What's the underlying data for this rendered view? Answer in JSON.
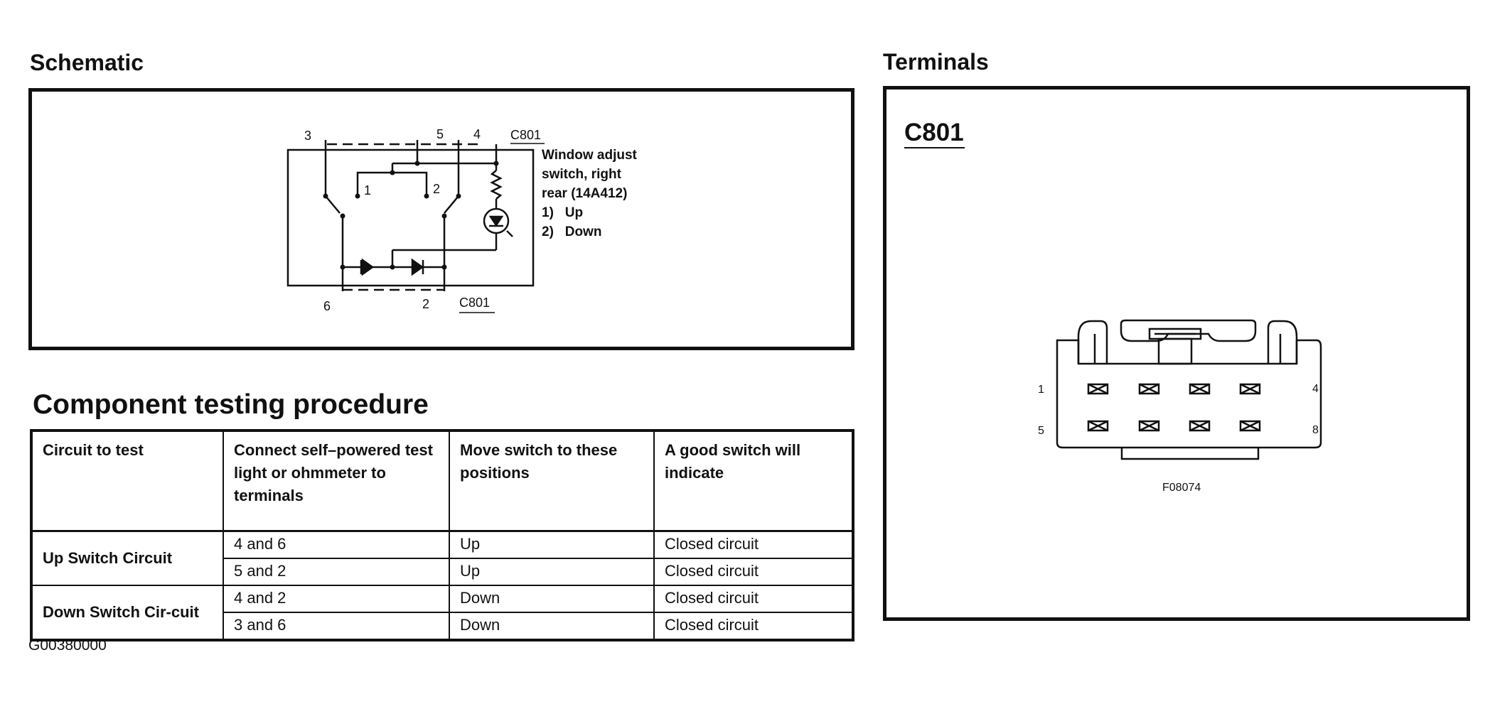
{
  "schematic": {
    "title": "Schematic",
    "pin_labels": {
      "top_left": "3",
      "top_mid": "5",
      "top_right": "4",
      "inner_left": "1",
      "inner_right": "2",
      "bottom_left": "6",
      "bottom_right": "2"
    },
    "connector_top": "C801",
    "connector_bottom": "C801",
    "description_lines": [
      "Window adjust",
      "switch, right",
      "rear (14A412)",
      "1)   Up",
      "2)   Down"
    ]
  },
  "terminals": {
    "title": "Terminals",
    "connector_name": "C801",
    "pins": {
      "top_left": "1",
      "top_right": "4",
      "bottom_left": "5",
      "bottom_right": "8"
    },
    "figure_code": "F08074"
  },
  "procedure": {
    "title": "Component testing procedure",
    "headers": [
      "Circuit to test",
      "Connect self–powered test light or ohmmeter to terminals",
      "Move switch to these positions",
      "A good switch will indicate"
    ],
    "groups": [
      {
        "circuit": "Up Switch Circuit",
        "rows": [
          {
            "terminals": "4 and 6",
            "position": "Up",
            "result": "Closed circuit"
          },
          {
            "terminals": "5 and 2",
            "position": "Up",
            "result": "Closed circuit"
          }
        ]
      },
      {
        "circuit": "Down Switch Cir-cuit",
        "rows": [
          {
            "terminals": "4 and 2",
            "position": "Down",
            "result": "Closed circuit"
          },
          {
            "terminals": "3 and 6",
            "position": "Down",
            "result": "Closed circuit"
          }
        ]
      }
    ]
  },
  "footer": {
    "code": "G00380000"
  }
}
